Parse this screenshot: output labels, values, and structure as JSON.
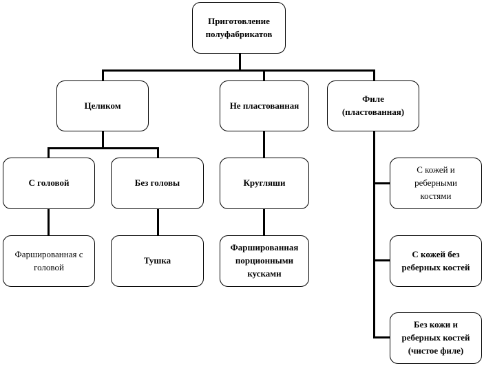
{
  "diagram": {
    "root": "Приготовление\nполуфабрикатов",
    "whole": "Целиком",
    "not_layered": "Не пластованная",
    "fillet": "Филе\n(пластованная)",
    "with_head": "С головой",
    "without_head": "Без головы",
    "rounds": "Кругляши",
    "stuffed_with_head": "Фаршированная с\nголовой",
    "carcass": "Тушка",
    "stuffed_portions": "Фаршированная\nпорционными\nкусками",
    "skin_ribs": "С кожей и\nреберными\nкостями",
    "skin_no_ribs": "С кожей без\nреберных костей",
    "no_skin_no_ribs": "Без кожи и\nреберных костей\n(чистое филе)"
  }
}
